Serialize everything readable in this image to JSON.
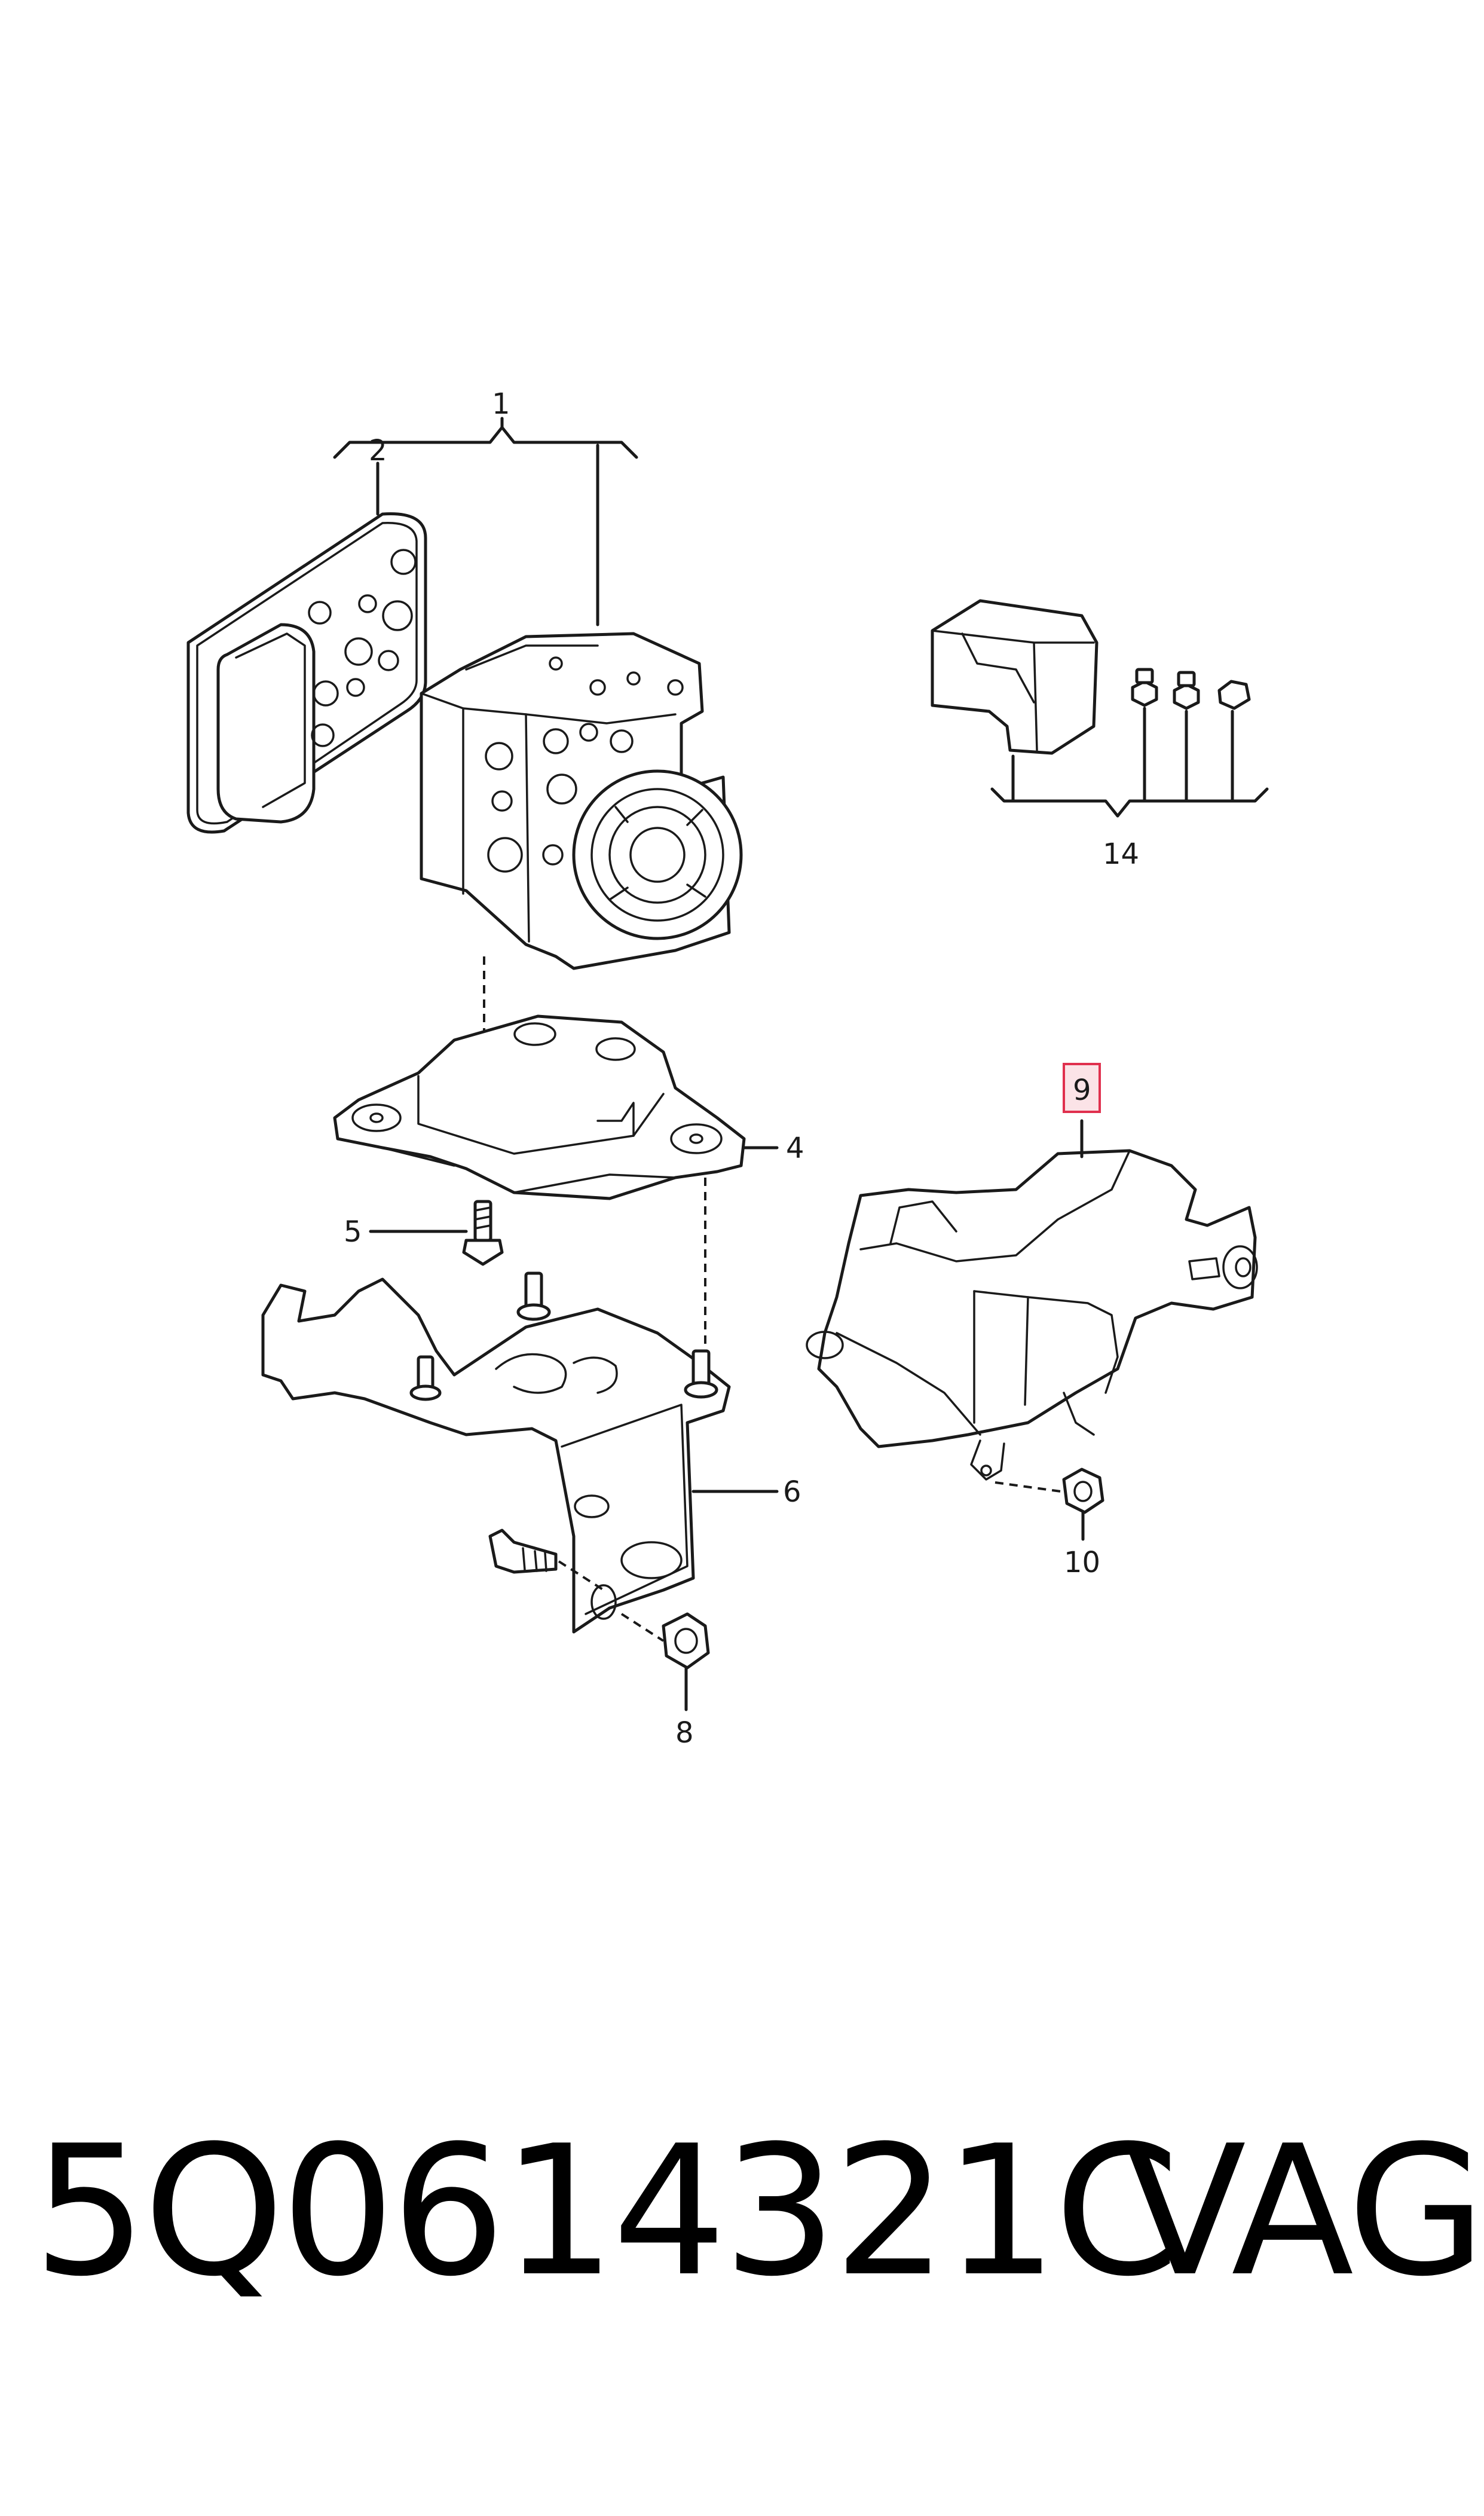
{
  "diagram": {
    "callouts": [
      {
        "id": "1",
        "label": "1"
      },
      {
        "id": "2",
        "label": "2"
      },
      {
        "id": "4",
        "label": "4"
      },
      {
        "id": "5",
        "label": "5"
      },
      {
        "id": "6",
        "label": "6"
      },
      {
        "id": "8",
        "label": "8"
      },
      {
        "id": "9",
        "label": "9"
      },
      {
        "id": "10",
        "label": "10"
      },
      {
        "id": "14",
        "label": "14"
      }
    ],
    "highlight_color": "#e0304e"
  },
  "footer": {
    "part_number": "5Q0614321C",
    "brand": "VAG"
  }
}
